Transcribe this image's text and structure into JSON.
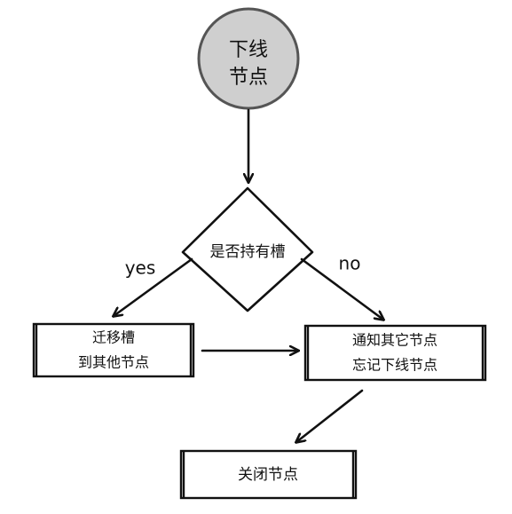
{
  "colors": {
    "ink": "#111111",
    "start_fill": "#cfcfcf",
    "start_stroke": "#555555",
    "background": "#ffffff"
  },
  "nodes": {
    "start": {
      "line1": "下线",
      "line2": "节点"
    },
    "decision": {
      "label": "是否持有槽"
    },
    "migrate": {
      "line1": "迁移槽",
      "line2": "到其他节点"
    },
    "notify": {
      "line1": "通知其它节点",
      "line2": "忘记下线节点"
    },
    "close": {
      "label": "关闭节点"
    }
  },
  "edges": {
    "yes_label": "yes",
    "no_label": "no"
  }
}
